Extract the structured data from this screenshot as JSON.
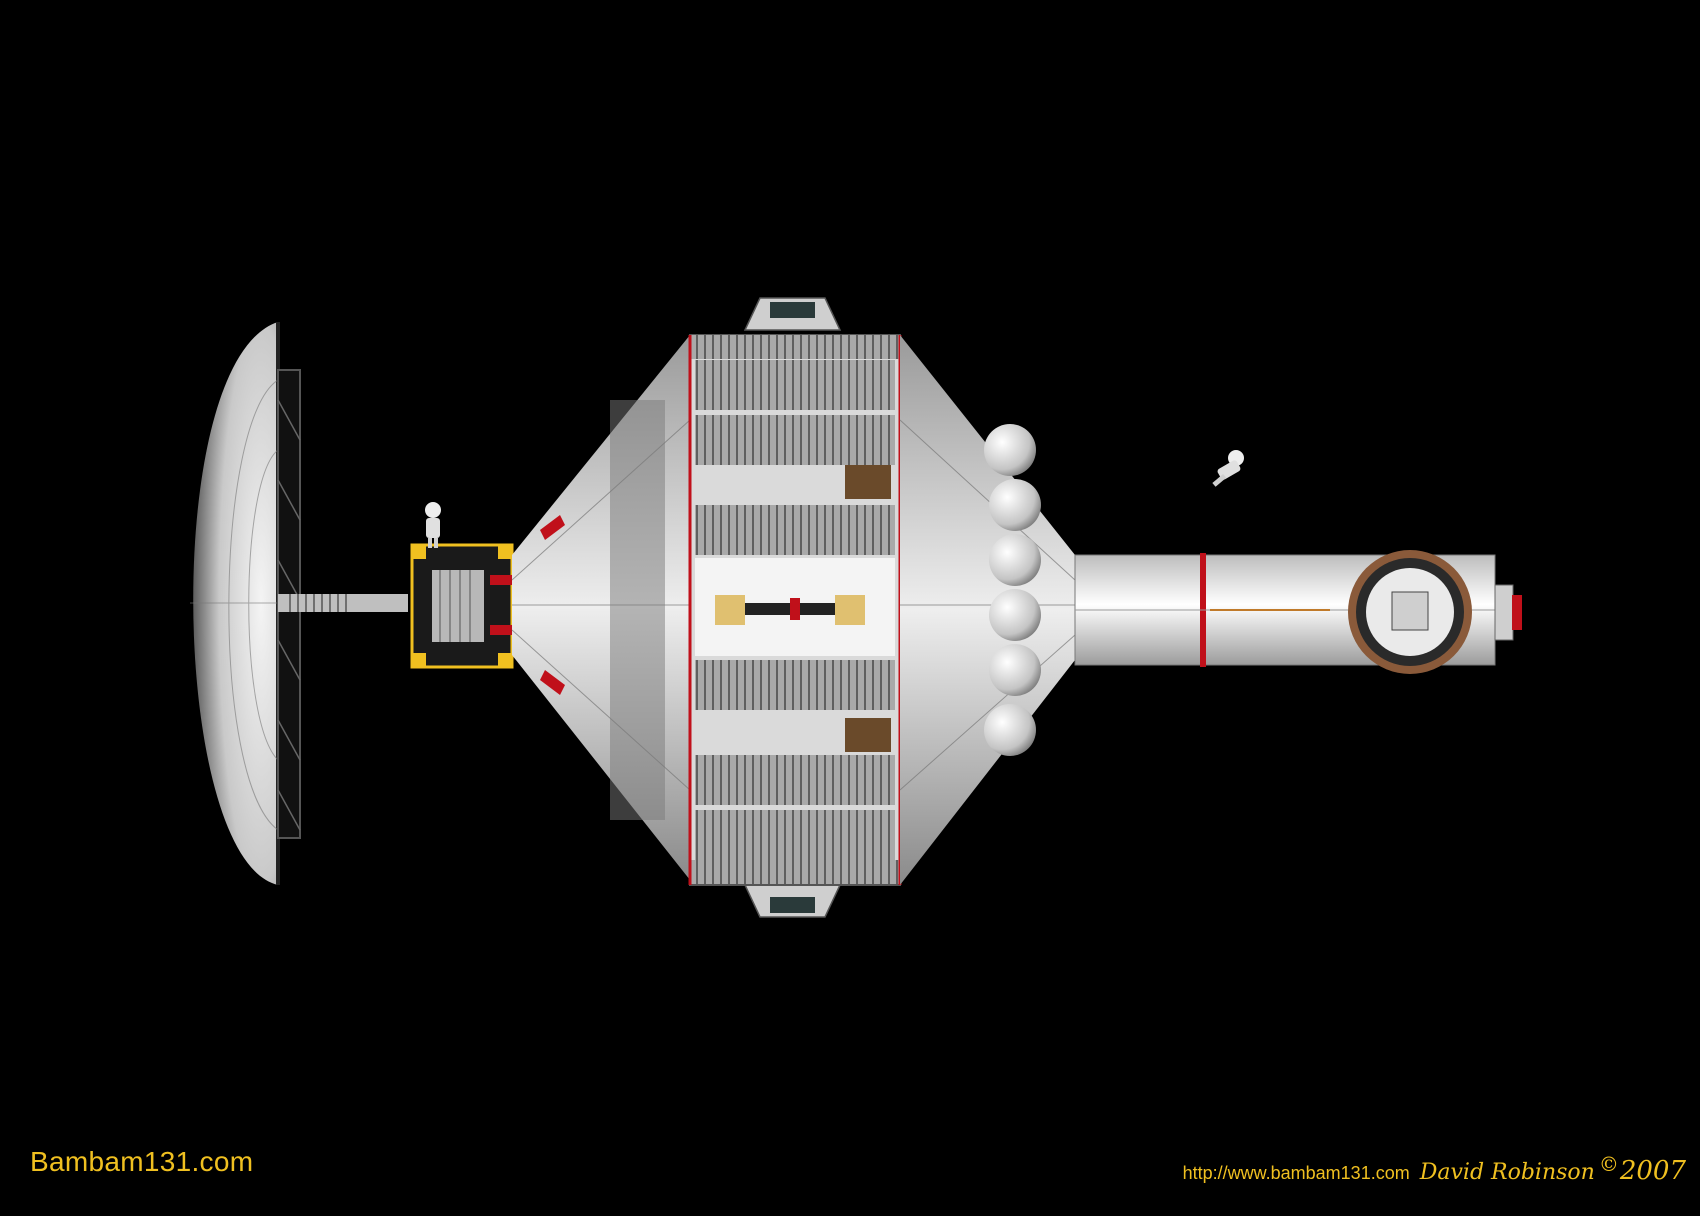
{
  "scene": {
    "description_name": "spacecraft-illustration",
    "colors": {
      "background": "#000000",
      "hull": "#d8d8d8",
      "hull_shadow": "#6a6a6a",
      "accent_red": "#c0101a",
      "truss_yellow": "#f0c020",
      "credit_text": "#f0c020"
    }
  },
  "watermark": {
    "site": "Bambam131.com"
  },
  "credits": {
    "url": "http://www.bambam131.com",
    "author": "David Robinson",
    "copyright_symbol": "©",
    "year": "2007"
  }
}
